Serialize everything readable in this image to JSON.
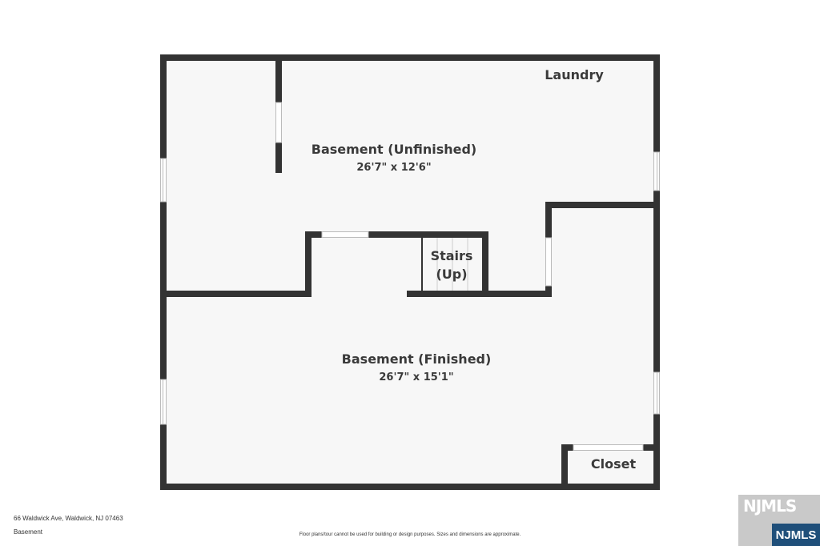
{
  "rooms": [
    {
      "name": "Laundry",
      "dims": ""
    },
    {
      "name": "Basement (Unfinished)",
      "dims": "26'7\" x 12'6\""
    },
    {
      "name": "Stairs",
      "sub": "(Up)"
    },
    {
      "name": "Basement (Finished)",
      "dims": "26'7\" x 15'1\""
    },
    {
      "name": "Closet"
    }
  ],
  "footer": {
    "address": "66 Waldwick Ave, Waldwick, NJ 07463",
    "floor": "Basement",
    "disclaimer": "Floor plans/tour cannot be used for building or design purposes. Sizes and dimensions are approximate."
  },
  "logo": {
    "text": "NJMLS"
  },
  "colors": {
    "wall": "#333333",
    "floor": "#f7f7f7",
    "logo_blue": "#1f4f7a"
  }
}
